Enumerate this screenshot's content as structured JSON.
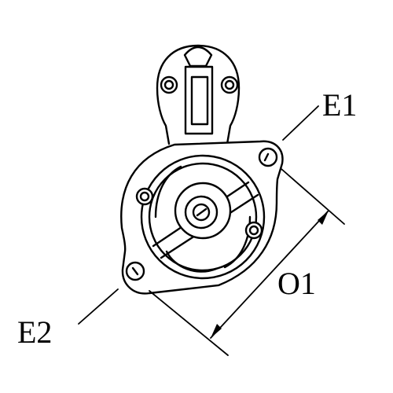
{
  "diagram": {
    "labels": {
      "e1": "E1",
      "e2": "E2",
      "o1": "O1"
    },
    "colors": {
      "stroke": "#000000",
      "background": "#ffffff"
    }
  }
}
